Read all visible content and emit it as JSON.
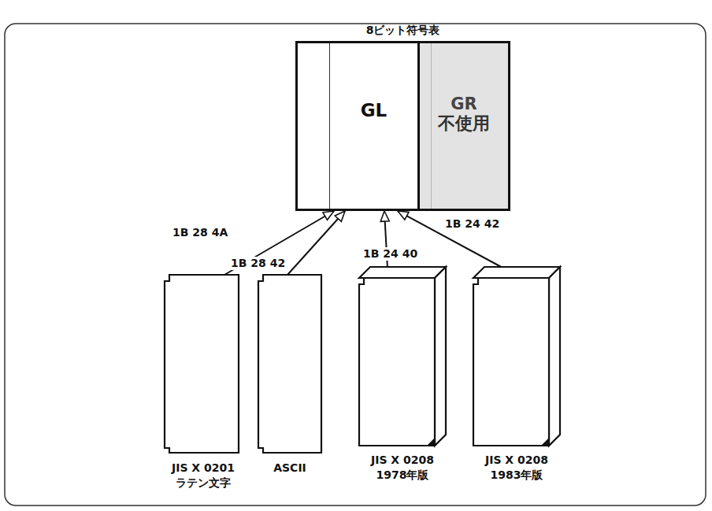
{
  "diagram": {
    "nodes": [
      {
        "text": [
          "8ビット符号表"
        ]
      },
      {
        "text": [
          "GL"
        ],
        "in": 0
      },
      {
        "text": [
          "GR",
          "不使用"
        ],
        "in": 0
      },
      {
        "text": [
          "JIS X 0201 ラテン文字"
        ]
      },
      {
        "text": [
          "ASCII"
        ]
      },
      {
        "text": [
          "JIS X 0208 1978年版"
        ]
      },
      {
        "text": [
          "JIS X 0208 1983年版"
        ]
      }
    ],
    "edges": [
      {
        "from": 3,
        "to": 1,
        "arrow": "to",
        "label": "1B 28 4A"
      },
      {
        "from": 4,
        "to": 1,
        "arrow": "to",
        "label": "1B 28 42"
      },
      {
        "from": 5,
        "to": 1,
        "arrow": "to",
        "label": "1B 24 40"
      },
      {
        "from": 6,
        "to": 1,
        "arrow": "to",
        "label": "1B 24 42"
      }
    ]
  }
}
